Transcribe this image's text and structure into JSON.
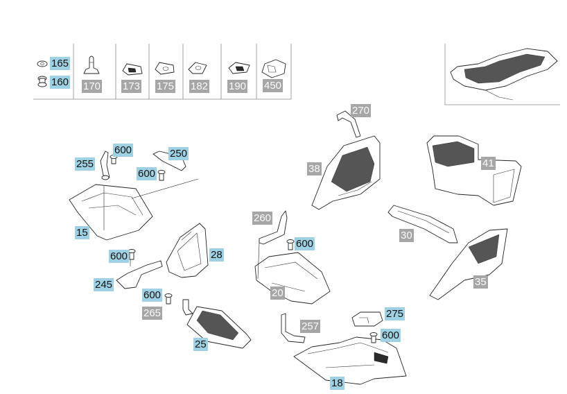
{
  "colors": {
    "callout_blue": "#9ed1e4",
    "callout_gray": "#a6a6a6",
    "line": "#222222"
  },
  "header_table": {
    "items": [
      {
        "label": "165",
        "style": "blue"
      },
      {
        "label": "160",
        "style": "blue"
      },
      {
        "label": "170",
        "style": "gray"
      },
      {
        "label": "173",
        "style": "gray"
      },
      {
        "label": "175",
        "style": "gray"
      },
      {
        "label": "182",
        "style": "gray"
      },
      {
        "label": "190",
        "style": "gray"
      },
      {
        "label": "450",
        "style": "gray"
      }
    ]
  },
  "callouts": [
    {
      "label": "270",
      "style": "gray"
    },
    {
      "label": "41",
      "style": "gray"
    },
    {
      "label": "38",
      "style": "gray"
    },
    {
      "label": "600",
      "style": "blue"
    },
    {
      "label": "250",
      "style": "blue"
    },
    {
      "label": "255",
      "style": "blue"
    },
    {
      "label": "600",
      "style": "blue"
    },
    {
      "label": "15",
      "style": "blue"
    },
    {
      "label": "260",
      "style": "gray"
    },
    {
      "label": "600",
      "style": "blue"
    },
    {
      "label": "30",
      "style": "gray"
    },
    {
      "label": "28",
      "style": "blue"
    },
    {
      "label": "600",
      "style": "blue"
    },
    {
      "label": "35",
      "style": "gray"
    },
    {
      "label": "245",
      "style": "blue"
    },
    {
      "label": "20",
      "style": "gray"
    },
    {
      "label": "600",
      "style": "blue"
    },
    {
      "label": "265",
      "style": "gray"
    },
    {
      "label": "275",
      "style": "blue"
    },
    {
      "label": "257",
      "style": "gray"
    },
    {
      "label": "600",
      "style": "blue"
    },
    {
      "label": "25",
      "style": "blue"
    },
    {
      "label": "18",
      "style": "blue"
    }
  ]
}
